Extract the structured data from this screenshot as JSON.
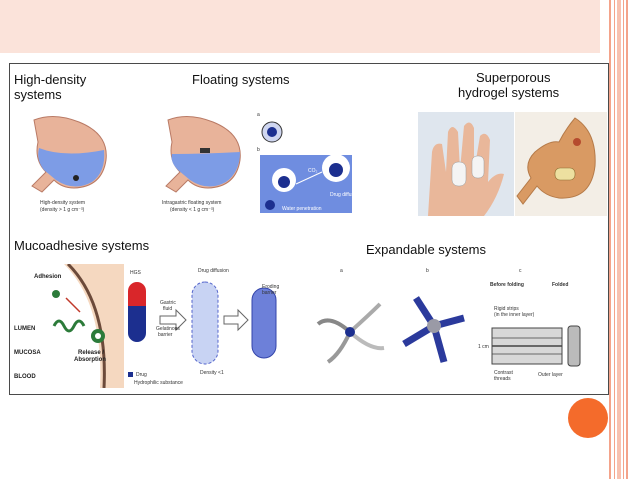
{
  "theme": {
    "band_color": "#fbe3da",
    "accent": "#f46b2b",
    "stripe_color": "#f4a38a"
  },
  "sections": {
    "high_density": {
      "title_line1": "High-density",
      "title_line2": "systems",
      "caption1": "High-density system",
      "caption2": "(density > 1 g cm⁻³)"
    },
    "floating": {
      "title": "Floating systems",
      "caption1": "Intragastric floating system",
      "caption2": "(density < 1 g cm⁻³)",
      "small_a": "a",
      "small_b": "b",
      "co2": "CO₂",
      "water": "Water penetration",
      "drug_diff": "Drug diffusion"
    },
    "superporous": {
      "title_line1": "Superporous",
      "title_line2": "hydrogel systems"
    },
    "mucoadhesive": {
      "title": "Mucoadhesive systems",
      "adhesion": "Adhesion",
      "lumen": "LUMEN",
      "mucosa": "MUCOSA",
      "blood": "BLOOD",
      "release": "Release /",
      "absorption": "Absorption",
      "hgs": "HGS",
      "gastric": "Gastric",
      "fluid": "fluid",
      "gelatinous": "Gelatinous",
      "barrier": "barrier",
      "drug_diffusion": "Drug diffusion",
      "eroding": "Eroding",
      "barrier2": "barrier",
      "drug_legend": "Drug",
      "density": "Density <1",
      "hydrophilic": "Hydrophilic substance"
    },
    "expandable": {
      "title": "Expandable systems",
      "label_a": "a",
      "label_b": "b",
      "label_c": "c",
      "before_folding": "Before folding",
      "folded": "Folded",
      "rigid_strips": "Rigid strips",
      "inner_layer": "(in the inner layer)",
      "one_cm": "1 cm",
      "contrast": "Contrast",
      "threads": "threads",
      "outer_layer": "Outer layer"
    }
  }
}
